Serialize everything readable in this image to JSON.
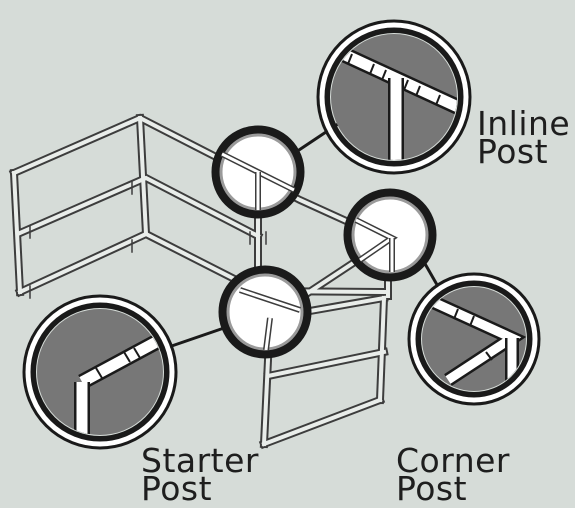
{
  "labels": {
    "inline": {
      "line1": "Inline",
      "line2": "Post"
    },
    "starter": {
      "line1": "Starter",
      "line2": "Post"
    },
    "corner": {
      "line1": "Corner",
      "line2": "Post"
    }
  },
  "colors": {
    "background": "#d6dcd8",
    "frame_fill": "#e9edea",
    "frame_stroke": "#3d3d3d",
    "detail_fill": "#777777",
    "ring": "#1a1a1a",
    "text": "#1e1e1e"
  }
}
